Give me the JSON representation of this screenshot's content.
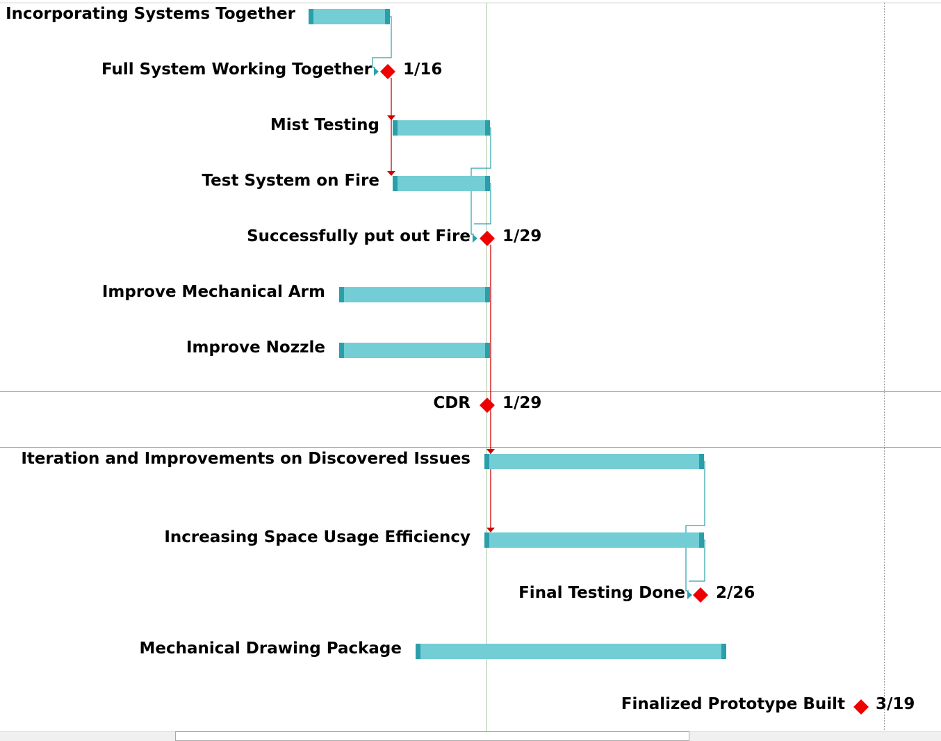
{
  "view": "gantt-chart",
  "colors": {
    "bar_fill": "#73CDD4",
    "bar_end": "#2A9FAA",
    "milestone": "#EE0000",
    "critical_link": "#D00000",
    "link": "#2A9FAA",
    "status_date_line": "#A8C8A0"
  },
  "rows": [
    {
      "id": "incorporating",
      "kind": "task",
      "label": "Incorporating Systems Together"
    },
    {
      "id": "full-system",
      "kind": "milestone",
      "label": "Full System Working Together",
      "date": "1/16"
    },
    {
      "id": "mist-testing",
      "kind": "task",
      "label": "Mist Testing"
    },
    {
      "id": "test-fire",
      "kind": "task",
      "label": "Test System on Fire"
    },
    {
      "id": "put-out-fire",
      "kind": "milestone",
      "label": "Successfully put out Fire",
      "date": "1/29"
    },
    {
      "id": "improve-arm",
      "kind": "task",
      "label": "Improve Mechanical Arm"
    },
    {
      "id": "improve-nozzle",
      "kind": "task",
      "label": "Improve Nozzle"
    },
    {
      "id": "cdr",
      "kind": "milestone",
      "label": "CDR",
      "date": "1/29"
    },
    {
      "id": "iteration",
      "kind": "task",
      "label": "Iteration and Improvements on Discovered Issues"
    },
    {
      "id": "space-usage",
      "kind": "task",
      "label": "Increasing Space Usage Efficiency"
    },
    {
      "id": "final-testing",
      "kind": "milestone",
      "label": "Final Testing Done",
      "date": "2/26"
    },
    {
      "id": "drawing-package",
      "kind": "task",
      "label": "Mechanical Drawing Package"
    },
    {
      "id": "prototype",
      "kind": "milestone",
      "label": "Finalized Prototype Built",
      "date": "3/19"
    }
  ],
  "scrollbar": {
    "orientation": "horizontal"
  }
}
